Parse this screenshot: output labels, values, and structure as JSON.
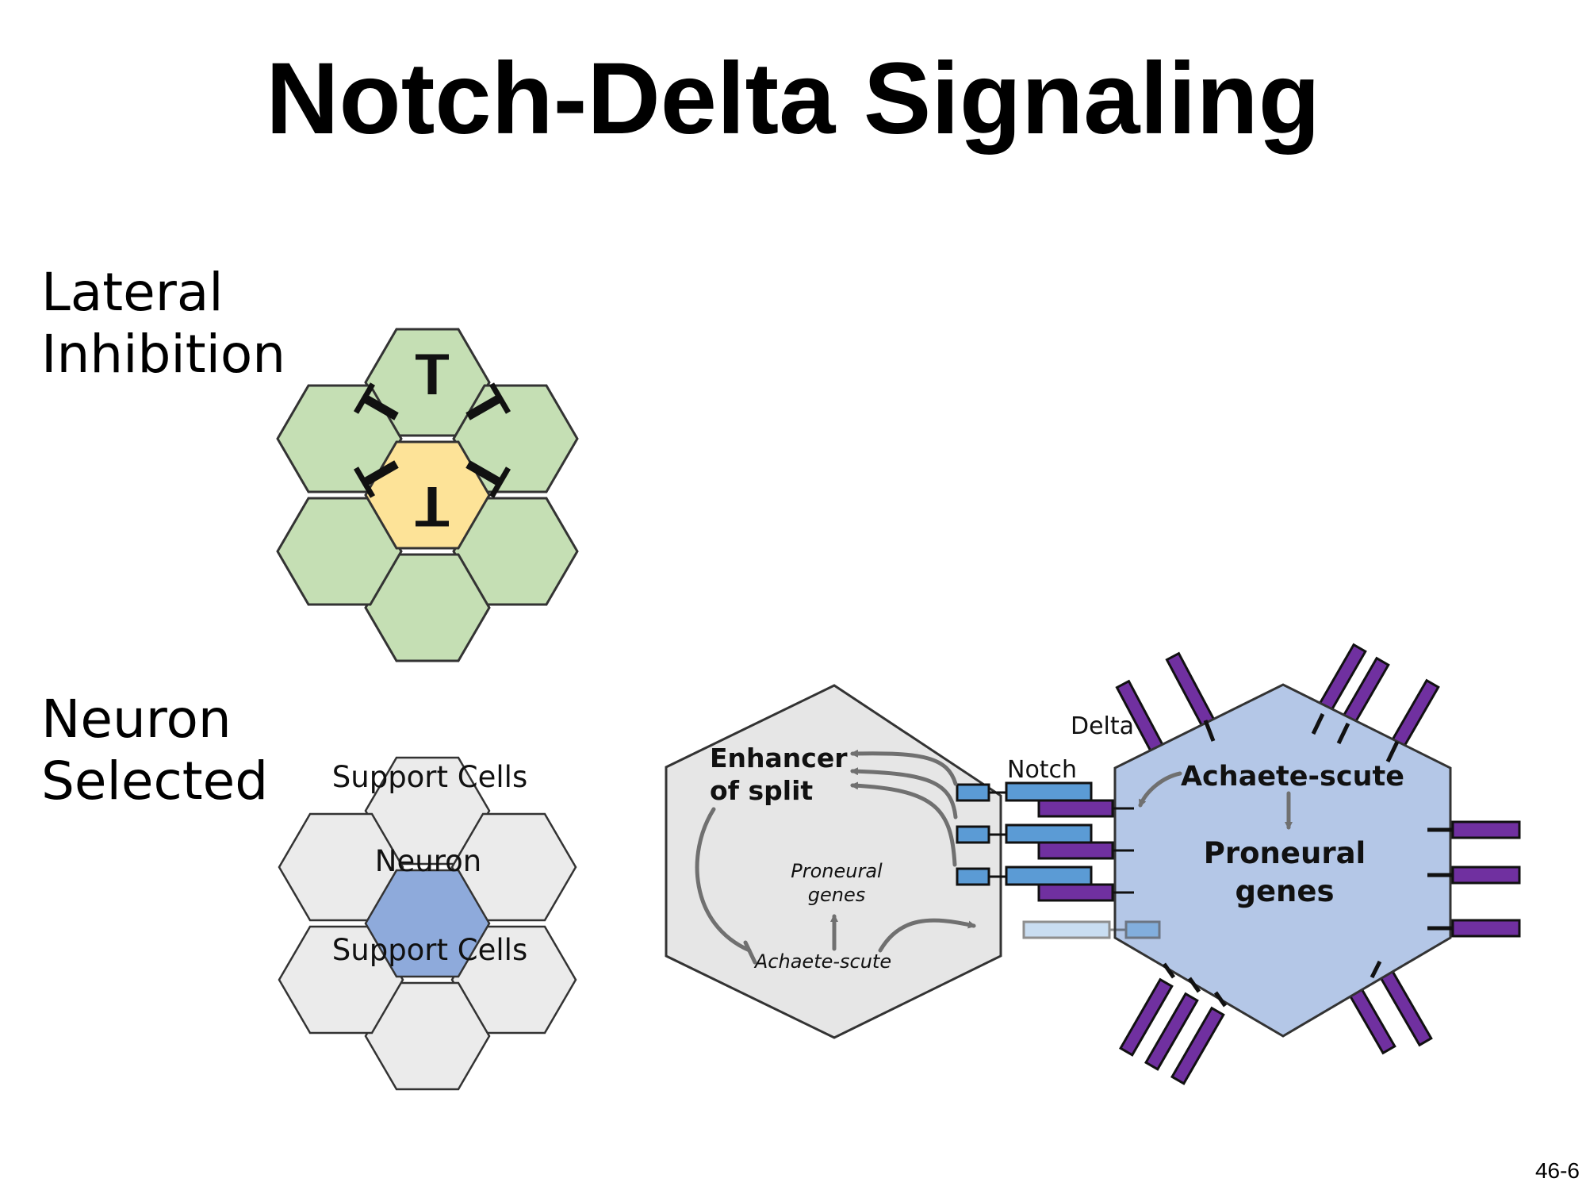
{
  "slide": {
    "title": "Notch-Delta Signaling",
    "number": "46-6"
  },
  "lateral_inhibition": {
    "label_line1": "Lateral",
    "label_line2": "Inhibition",
    "colors": {
      "center_cell": "#fde398",
      "neighbor_cell": "#c5dfb4",
      "inhibitor": "#111111"
    }
  },
  "neuron_selected": {
    "label_line1": "Neuron",
    "label_line2": "Selected",
    "support_top": "Support Cells",
    "neuron": "Neuron",
    "support_bottom": "Support Cells",
    "colors": {
      "neuron_cell": "#8eaadb",
      "support_cell": "#ebebeb"
    }
  },
  "signaling_detail": {
    "receiving_cell": {
      "enhancer_line1": "Enhancer",
      "enhancer_line2": "of split",
      "proneural_line1": "Proneural",
      "proneural_line2": "genes",
      "achaete": "Achaete-scute"
    },
    "notch_label": "Notch",
    "delta_label": "Delta",
    "sending_cell": {
      "achaete": "Achaete-scute",
      "proneural_line1": "Proneural",
      "proneural_line2": "genes"
    },
    "colors": {
      "notch": "#5b9bd5",
      "delta": "#7030a0",
      "sending_cell": "#b4c7e7",
      "receiving_cell": "#e6e6e6",
      "arrow": "#707070"
    }
  }
}
